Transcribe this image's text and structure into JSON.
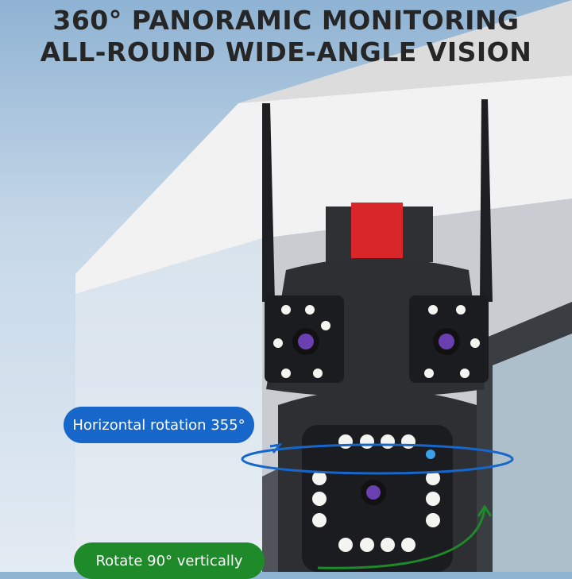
{
  "headline": {
    "line1": "360° PANORAMIC MONITORING",
    "line2": "ALL-ROUND WIDE-ANGLE VISION"
  },
  "badges": {
    "horizontal": "Horizontal rotation 355°",
    "vertical": "Rotate 90° vertically"
  },
  "colors": {
    "horizontal_badge": "#1766c9",
    "vertical_badge": "#1f8a2a",
    "mount_red": "#d8262b",
    "camera_body": "#2d2f33"
  }
}
